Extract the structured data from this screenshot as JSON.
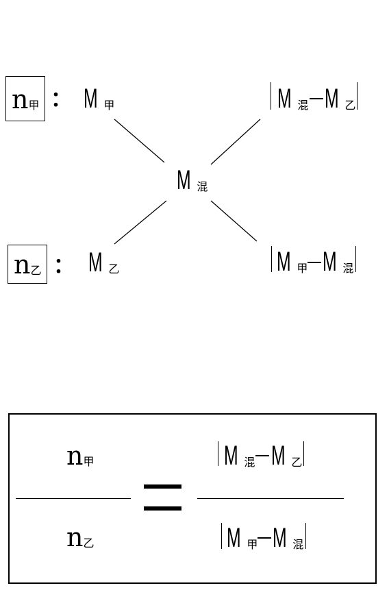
{
  "cross": {
    "left_top": {
      "n": "n",
      "n_sub": "甲",
      "colon": "：",
      "M": "M",
      "M_sub": "甲"
    },
    "left_bottom": {
      "n": "n",
      "n_sub": "乙",
      "colon": "：",
      "M": "M",
      "M_sub": "乙"
    },
    "center": {
      "M": "M",
      "M_sub": "混"
    },
    "right_top": {
      "M1": "M",
      "M1_sub": "混",
      "minus": "–",
      "M2": "M",
      "M2_sub": "乙"
    },
    "right_bottom": {
      "M1": "M",
      "M1_sub": "甲",
      "minus": "–",
      "M2": "M",
      "M2_sub": "混"
    }
  },
  "formula": {
    "left_num": {
      "n": "n",
      "n_sub": "甲"
    },
    "left_den": {
      "n": "n",
      "n_sub": "乙"
    },
    "right_num": {
      "M1": "M",
      "M1_sub": "混",
      "minus": "–",
      "M2": "M",
      "M2_sub": "乙"
    },
    "right_den": {
      "M1": "M",
      "M1_sub": "甲",
      "minus": "–",
      "M2": "M",
      "M2_sub": "混"
    }
  }
}
